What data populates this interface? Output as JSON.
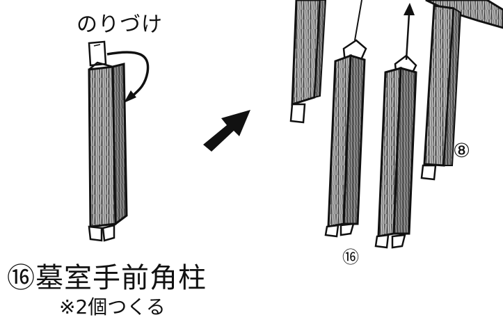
{
  "labels": {
    "glue": "のりづけ",
    "title": "⑯墓室手前角柱",
    "note": "※2個つくる",
    "part16": "⑯",
    "part8": "⑧"
  },
  "colors": {
    "wood_dark": "#555555",
    "wood_mid": "#8a8a8a",
    "wood_light": "#c8c8c8",
    "outline": "#111111"
  },
  "icons": {
    "direction_arrow": "bold-arrow-up-right-icon",
    "fold_arrow": "curved-fold-arrow-icon",
    "up_arrow": "thin-arrow-up-icon"
  }
}
